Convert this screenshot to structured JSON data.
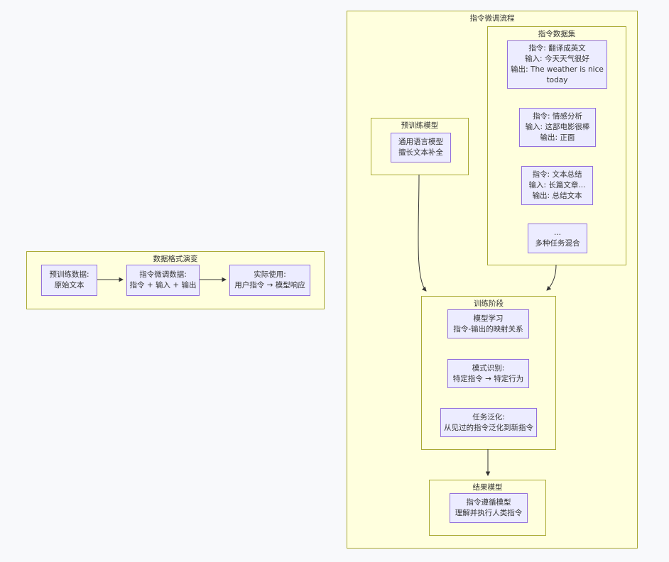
{
  "colors": {
    "page_background": "#f8f9fb",
    "container_fill": "#ffffde",
    "container_border": "#aaaa33",
    "node_fill": "#ececff",
    "node_border": "#9370db",
    "edge": "#333333",
    "text": "#333333"
  },
  "left_flow": {
    "title": "数据格式演变",
    "nodes": [
      {
        "line1": "预训练数据:",
        "line2": "原始文本"
      },
      {
        "line1": "指令微调数据:",
        "line2": "指令 + 输入 + 输出"
      },
      {
        "line1": "实际使用:",
        "line2": "用户指令 → 模型响应"
      }
    ]
  },
  "right_flow": {
    "title": "指令微调流程",
    "dataset": {
      "title": "指令数据集",
      "nodes": [
        {
          "line1": "指令: 翻译成英文",
          "line2": "输入: 今天天气很好",
          "line3": "输出: The weather is nice today"
        },
        {
          "line1": "指令: 情感分析",
          "line2": "输入: 这部电影很棒",
          "line3": "输出: 正面"
        },
        {
          "line1": "指令: 文本总结",
          "line2": "输入: 长篇文章...",
          "line3": "输出: 总结文本"
        },
        {
          "line1": "...",
          "line2": "多种任务混合"
        }
      ]
    },
    "pretrain": {
      "title": "预训练模型",
      "node": {
        "line1": "通用语言模型",
        "line2": "擅长文本补全"
      }
    },
    "training": {
      "title": "训练阶段",
      "nodes": [
        {
          "line1": "模型学习",
          "line2": "指令-输出的映射关系"
        },
        {
          "line1": "模式识别:",
          "line2": "特定指令 → 特定行为"
        },
        {
          "line1": "任务泛化:",
          "line2": "从见过的指令泛化到新指令"
        }
      ]
    },
    "result": {
      "title": "结果模型",
      "node": {
        "line1": "指令遵循模型",
        "line2": "理解并执行人类指令"
      }
    }
  }
}
